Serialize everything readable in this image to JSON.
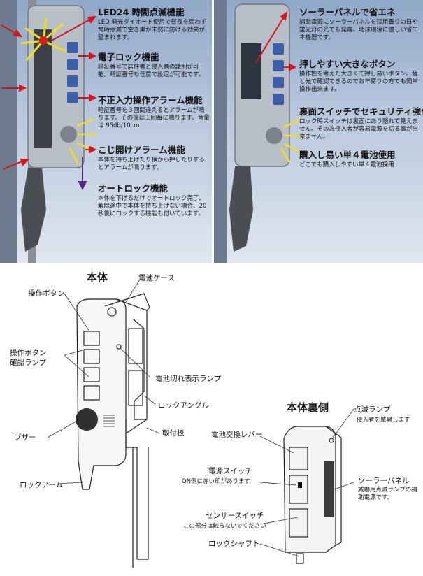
{
  "left_panel": {
    "features": [
      {
        "title": "LED24 時間点滅機能",
        "desc": "LED 発光ダイオード使用で昼夜を問わず常時点滅で空き巣が未然に防げる効果が望まれます。"
      },
      {
        "title": "電子ロック機能",
        "desc": "暗証番号で居住者と侵入者の識別が可能。暗証番号も任意で設定が可能です。"
      },
      {
        "title": "不正入力操作アラーム機能",
        "desc": "暗証番号を３回間違えるとアラームが鳴ります。その後は１回毎に鳴ります。音量は 95db/10cm"
      },
      {
        "title": "こじ開けアラーム機能",
        "desc": "本体を持ち上げたり横から押したりするとアラームが鳴ります。"
      },
      {
        "title": "オートロック機能",
        "desc": "本体を下げるだけでオートロック完了。解除途中で本体を持ち上げない場合、20 秒後にロックする機能も付いています。"
      }
    ]
  },
  "right_panel": {
    "features": [
      {
        "title": "ソーラーパネルで省エネ",
        "desc": "補助電源にソーラーパネルを採用曇りの日や蛍光灯の光でも発電。地球環境に優しい省エネ機器です。"
      },
      {
        "title": "押しやすい大きなボタン",
        "desc": "操作性を考えた大きくて押し易いボタン。音と光で確認できるのでお年寄りの方でも簡単操作出来ます。"
      },
      {
        "title": "裏面スイッチでセキュリティ強化",
        "desc": "ロック時スイッチは裏面にあり隠れて見えません。その為侵入者が容易電源を切る事が出来ません。"
      },
      {
        "title": "購入し易い単４電池使用",
        "desc": "どこでも購入しやすい単４電池採用"
      }
    ]
  },
  "front_view": {
    "section_title": "本体",
    "labels": {
      "operation_button": "操作ボタン",
      "battery_case": "電池ケース",
      "confirm_lamp": "操作ボタン\n確認ランプ",
      "battery_lamp": "電池切れ表示ランプ",
      "lock_angle": "ロックアングル",
      "buzzer": "ブザー",
      "mounting_plate": "取付板",
      "lock_arm": "ロックアーム"
    }
  },
  "back_view": {
    "section_title": "本体裏側",
    "labels": {
      "blink_lamp": "点滅ランプ",
      "blink_lamp_note": "侵入者を威嚇します",
      "battery_lever": "電池交換レバー",
      "power_switch": "電源スイッチ",
      "power_switch_note": "ON側に赤い印があります",
      "solar_panel": "ソーラーパネル",
      "solar_panel_note": "威嚇用点滅ランプの補助電源です。",
      "sensor_switch": "センサースイッチ",
      "sensor_switch_note": "この部分は触らないでください",
      "lock_shaft": "ロックシャフト"
    }
  },
  "colors": {
    "arrow_red": "#d8131b",
    "arrow_purple": "#5a2a83",
    "led_red": "#e01a1a",
    "ray_yellow": "#f3e01a"
  }
}
